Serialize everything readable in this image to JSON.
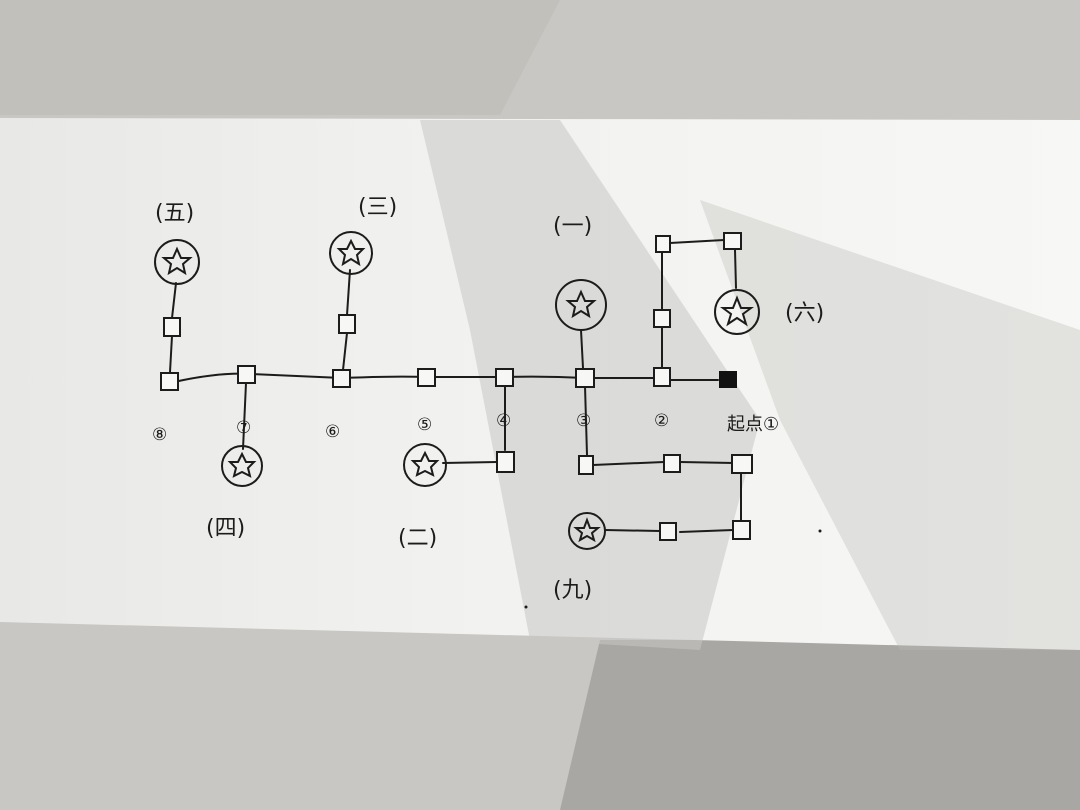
{
  "labels": {
    "group_5": "(五)",
    "group_3": "(三)",
    "group_1": "(一)",
    "group_6": "(六)",
    "group_4": "(四)",
    "group_2": "(二)",
    "group_9": "(九)",
    "start": "起点①",
    "num_2": "②",
    "num_3": "③",
    "num_4": "④",
    "num_5": "⑤",
    "num_6": "⑥",
    "num_7": "⑦",
    "num_8": "⑧"
  },
  "colors": {
    "paper": "#f5f5f3",
    "ink": "#1c1c1c",
    "shadow": "#8f8f8b",
    "table": "#c9c7c3"
  },
  "icons": {
    "node": "square-node-icon",
    "target": "star-in-circle-icon",
    "start": "filled-square-icon"
  }
}
